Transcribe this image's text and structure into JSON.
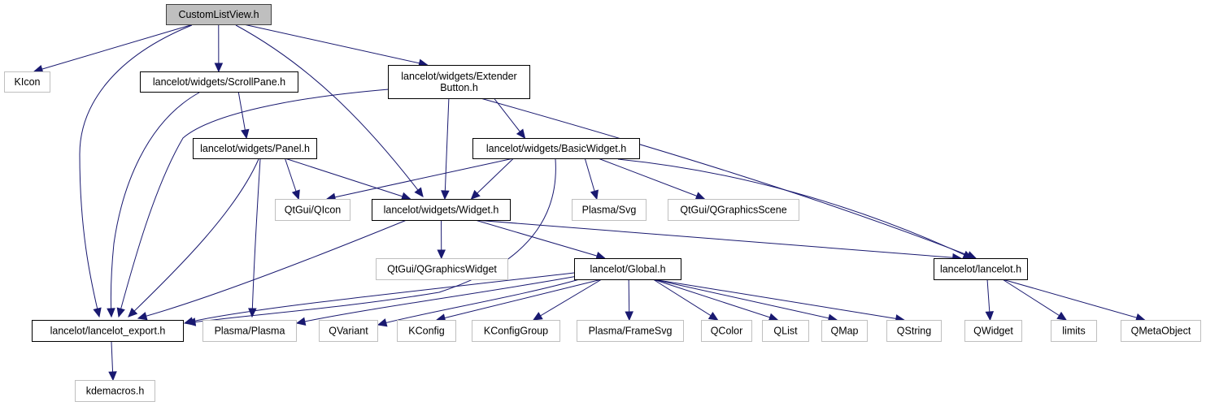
{
  "title": "CustomListView.h include dependency graph",
  "colors": {
    "edge": "#191970",
    "root_fill": "#bfbfbf",
    "root_border": "#404040",
    "internal_border": "#000000",
    "external_border": "#bfbfbf",
    "node_fill": "#ffffff",
    "text": "#000000"
  },
  "nodes": [
    {
      "id": "root",
      "label": [
        "CustomListView.h"
      ],
      "kind": "root"
    },
    {
      "id": "kicon",
      "label": [
        "KIcon"
      ],
      "kind": "external"
    },
    {
      "id": "scrollpane",
      "label": [
        "lancelot/widgets/ScrollPane.h"
      ],
      "kind": "internal"
    },
    {
      "id": "extender",
      "label": [
        "lancelot/widgets/Extender",
        "Button.h"
      ],
      "kind": "internal"
    },
    {
      "id": "panel",
      "label": [
        "lancelot/widgets/Panel.h"
      ],
      "kind": "internal"
    },
    {
      "id": "basicwidget",
      "label": [
        "lancelot/widgets/BasicWidget.h"
      ],
      "kind": "internal"
    },
    {
      "id": "qicon",
      "label": [
        "QtGui/QIcon"
      ],
      "kind": "external"
    },
    {
      "id": "widget",
      "label": [
        "lancelot/widgets/Widget.h"
      ],
      "kind": "internal"
    },
    {
      "id": "plasmasvg",
      "label": [
        "Plasma/Svg"
      ],
      "kind": "external"
    },
    {
      "id": "qgscene",
      "label": [
        "QtGui/QGraphicsScene"
      ],
      "kind": "external"
    },
    {
      "id": "qgwidget",
      "label": [
        "QtGui/QGraphicsWidget"
      ],
      "kind": "external"
    },
    {
      "id": "global",
      "label": [
        "lancelot/Global.h"
      ],
      "kind": "internal"
    },
    {
      "id": "lancelot",
      "label": [
        "lancelot/lancelot.h"
      ],
      "kind": "internal"
    },
    {
      "id": "export",
      "label": [
        "lancelot/lancelot_export.h"
      ],
      "kind": "internal"
    },
    {
      "id": "plasmaplasma",
      "label": [
        "Plasma/Plasma"
      ],
      "kind": "external"
    },
    {
      "id": "qvariant",
      "label": [
        "QVariant"
      ],
      "kind": "external"
    },
    {
      "id": "kconfig",
      "label": [
        "KConfig"
      ],
      "kind": "external"
    },
    {
      "id": "kconfiggroup",
      "label": [
        "KConfigGroup"
      ],
      "kind": "external"
    },
    {
      "id": "framesvg",
      "label": [
        "Plasma/FrameSvg"
      ],
      "kind": "external"
    },
    {
      "id": "qcolor",
      "label": [
        "QColor"
      ],
      "kind": "external"
    },
    {
      "id": "qlist",
      "label": [
        "QList"
      ],
      "kind": "external"
    },
    {
      "id": "qmap",
      "label": [
        "QMap"
      ],
      "kind": "external"
    },
    {
      "id": "qstring",
      "label": [
        "QString"
      ],
      "kind": "external"
    },
    {
      "id": "qwidget",
      "label": [
        "QWidget"
      ],
      "kind": "external"
    },
    {
      "id": "limits",
      "label": [
        "limits"
      ],
      "kind": "external"
    },
    {
      "id": "qmetaobject",
      "label": [
        "QMetaObject"
      ],
      "kind": "external"
    },
    {
      "id": "kdemacros",
      "label": [
        "kdemacros.h"
      ],
      "kind": "external"
    }
  ],
  "edges": [
    {
      "from": "root",
      "to": "kicon"
    },
    {
      "from": "root",
      "to": "scrollpane"
    },
    {
      "from": "root",
      "to": "extender"
    },
    {
      "from": "root",
      "to": "widget"
    },
    {
      "from": "root",
      "to": "export"
    },
    {
      "from": "scrollpane",
      "to": "panel"
    },
    {
      "from": "scrollpane",
      "to": "export"
    },
    {
      "from": "extender",
      "to": "basicwidget"
    },
    {
      "from": "extender",
      "to": "widget"
    },
    {
      "from": "extender",
      "to": "lancelot"
    },
    {
      "from": "extender",
      "to": "export"
    },
    {
      "from": "panel",
      "to": "qicon"
    },
    {
      "from": "panel",
      "to": "widget"
    },
    {
      "from": "panel",
      "to": "plasmaplasma"
    },
    {
      "from": "panel",
      "to": "export"
    },
    {
      "from": "basicwidget",
      "to": "qicon"
    },
    {
      "from": "basicwidget",
      "to": "widget"
    },
    {
      "from": "basicwidget",
      "to": "plasmasvg"
    },
    {
      "from": "basicwidget",
      "to": "qgscene"
    },
    {
      "from": "basicwidget",
      "to": "lancelot"
    },
    {
      "from": "basicwidget",
      "to": "export"
    },
    {
      "from": "widget",
      "to": "qgwidget"
    },
    {
      "from": "widget",
      "to": "global"
    },
    {
      "from": "widget",
      "to": "lancelot"
    },
    {
      "from": "widget",
      "to": "export"
    },
    {
      "from": "global",
      "to": "export"
    },
    {
      "from": "global",
      "to": "plasmaplasma"
    },
    {
      "from": "global",
      "to": "qvariant"
    },
    {
      "from": "global",
      "to": "kconfig"
    },
    {
      "from": "global",
      "to": "kconfiggroup"
    },
    {
      "from": "global",
      "to": "framesvg"
    },
    {
      "from": "global",
      "to": "qcolor"
    },
    {
      "from": "global",
      "to": "qlist"
    },
    {
      "from": "global",
      "to": "qmap"
    },
    {
      "from": "global",
      "to": "qstring"
    },
    {
      "from": "lancelot",
      "to": "qwidget"
    },
    {
      "from": "lancelot",
      "to": "limits"
    },
    {
      "from": "lancelot",
      "to": "qmetaobject"
    },
    {
      "from": "export",
      "to": "kdemacros"
    }
  ]
}
